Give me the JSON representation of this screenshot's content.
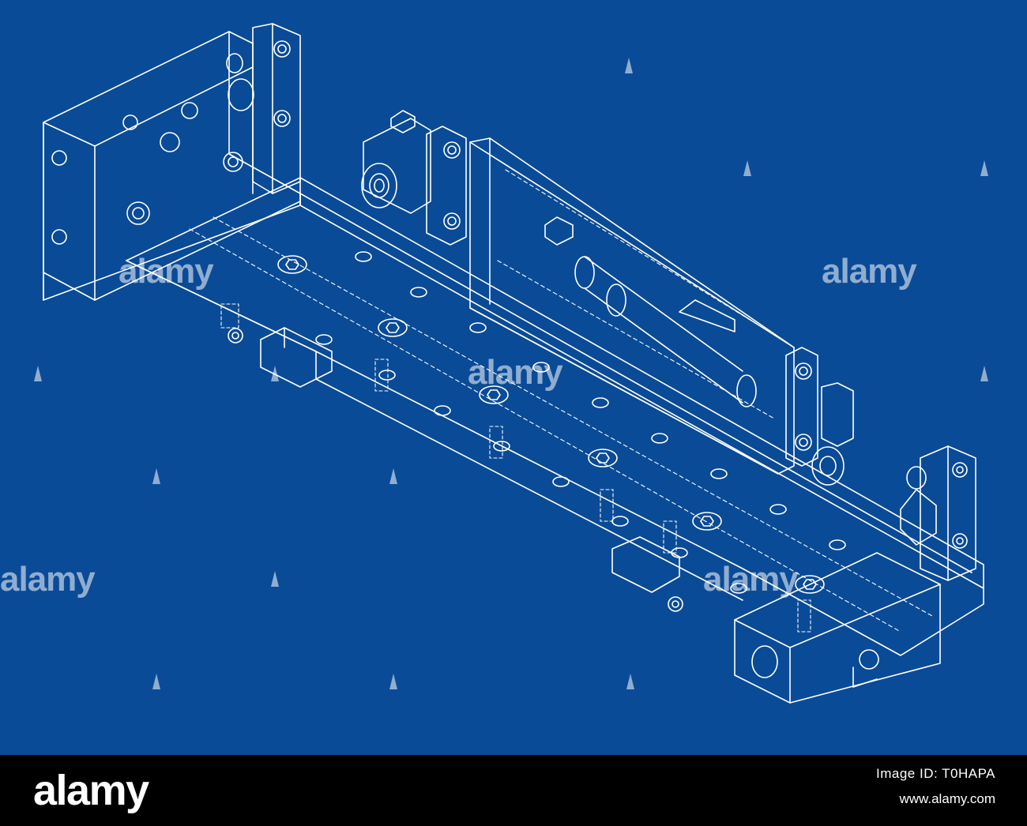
{
  "colors": {
    "background": "#0a4b97",
    "lines": "#ffffff",
    "footer": "#000000"
  },
  "watermark": {
    "text": "alamy"
  },
  "footer": {
    "logo": "alamy",
    "image_id": "Image ID: T0HAPA",
    "url": "www.alamy.com"
  }
}
